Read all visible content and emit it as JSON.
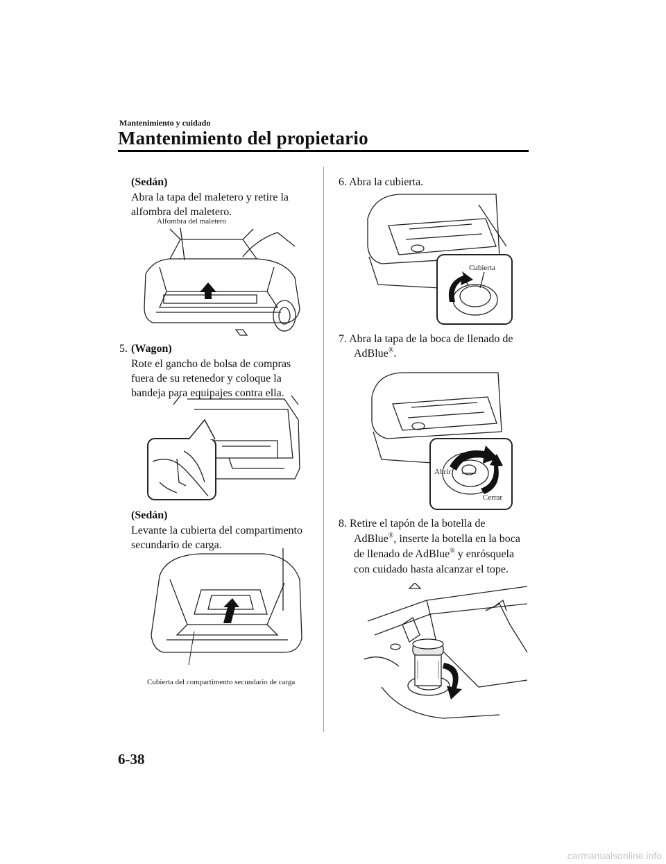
{
  "header": {
    "section": "Mantenimiento y cuidado",
    "title": "Mantenimiento del propietario"
  },
  "left": {
    "sedan1_heading": "(Sedán)",
    "sedan1_line1": "Abra la tapa del maletero y retire la",
    "sedan1_line2": "alfombra del maletero.",
    "fig1_label": "Alfombra del maletero",
    "step5_num": "5.",
    "step5_heading": "(Wagon)",
    "step5_line1": "Rote el gancho de bolsa de compras",
    "step5_line2": "fuera de su retenedor y coloque la",
    "step5_line3": "bandeja para equipajes contra ella.",
    "sedan2_heading": "(Sedán)",
    "sedan2_line1": "Levante la cubierta del compartimento",
    "sedan2_line2": "secundario de carga.",
    "fig3_label": "Cubierta del compartimento secundario de carga"
  },
  "right": {
    "step6": "6.  Abra la cubierta.",
    "fig4_label": "Cubierta",
    "step7_line1": "7.  Abra la tapa de la boca de llenado de",
    "step7_line2_text": "AdBlue",
    "step7_line2_reg": "®",
    "step7_line2_end": ".",
    "fig5_open": "Abrir",
    "fig5_close": "Cerrar",
    "step8_line1": "8.  Retire el tapón de la botella de",
    "step8_line2_a": "AdBlue",
    "step8_line2_reg": "®",
    "step8_line2_b": ", inserte la botella en la boca",
    "step8_line3_a": "de llenado de AdBlue",
    "step8_line3_reg": "®",
    "step8_line3_b": " y enrósquela",
    "step8_line4": "con cuidado hasta alcanzar el tope."
  },
  "footer": {
    "page_number": "6-38",
    "watermark": "carmanualsonline.info"
  }
}
